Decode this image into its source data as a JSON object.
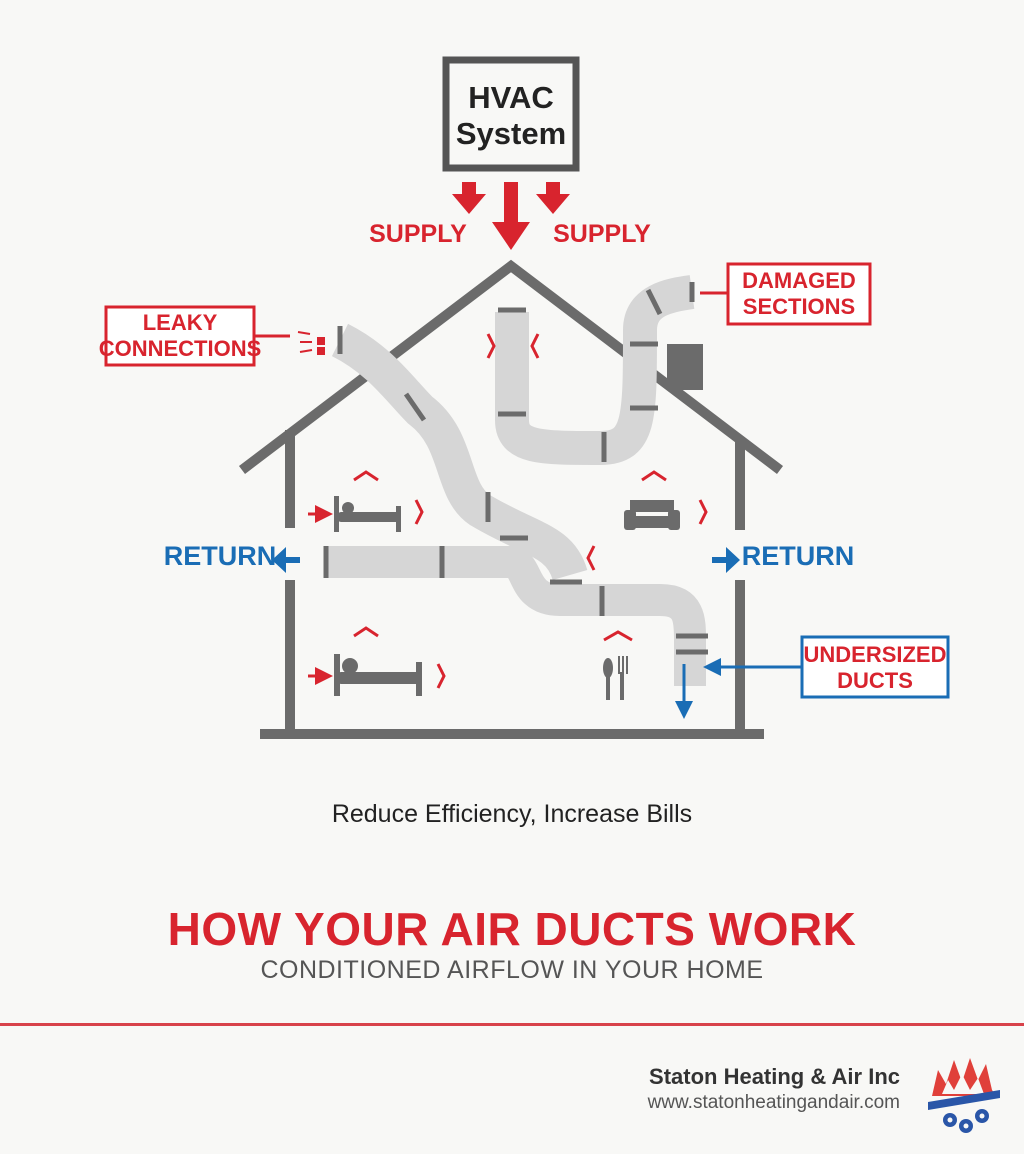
{
  "hvac": {
    "line1": "HVAC",
    "line2": "System"
  },
  "labels": {
    "supply_left": "SUPPLY",
    "supply_right": "SUPPLY",
    "return_left": "RETURN",
    "return_right": "RETURN"
  },
  "callouts": {
    "leaky_line1": "LEAKY",
    "leaky_line2": "CONNECTIONS",
    "damaged_line1": "DAMAGED",
    "damaged_line2": "SECTIONS",
    "undersized_line1": "UNDERSIZED",
    "undersized_line2": "DUCTS"
  },
  "caption": "Reduce Efficiency, Increase Bills",
  "title": "HOW YOUR AIR DUCTS WORK",
  "subtitle": "CONDITIONED AIRFLOW IN YOUR HOME",
  "company": {
    "name": "Staton Heating & Air Inc",
    "url": "www.statonheatingandair.com"
  },
  "colors": {
    "supply_red": "#d8242e",
    "return_blue": "#1a6db5",
    "house_gray": "#6b6b6b",
    "duct_gray": "#d6d6d6"
  },
  "icons": [
    "bed-icon",
    "bed-icon",
    "sofa-icon",
    "fork-knife-icon"
  ]
}
